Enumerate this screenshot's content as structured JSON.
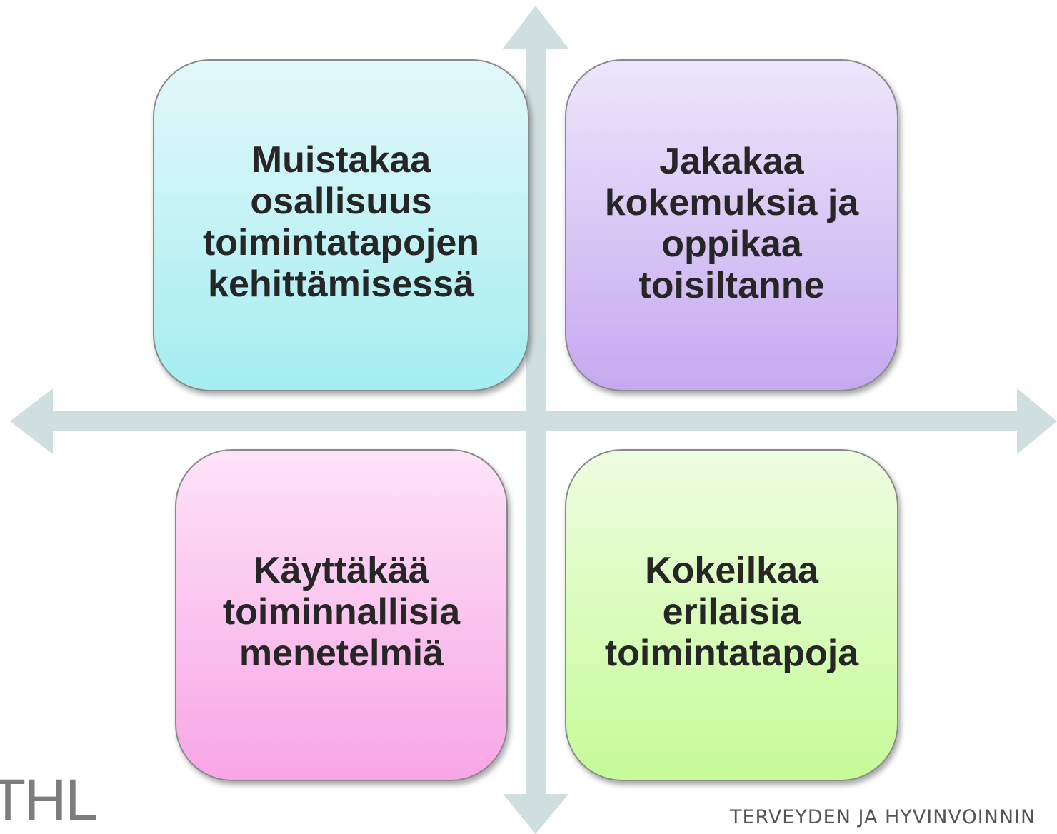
{
  "axis_color": "#cfdede",
  "quadrants": {
    "top_left": {
      "text": "Muistakaa\nosallisuus\ntoimintatapojen\nkehittämisessä",
      "colors": [
        "#e3f8fa",
        "#a4edf0"
      ]
    },
    "top_right": {
      "text": "Jakakaa\nkokemuksia ja\noppikaa\ntoisiltanne",
      "colors": [
        "#ede6fb",
        "#c5a9f0"
      ]
    },
    "bottom_left": {
      "text": "Käyttäkää\ntoiminnallisia\nmenetelmiä",
      "colors": [
        "#fde3f8",
        "#f8a6e5"
      ]
    },
    "bottom_right": {
      "text": "Kokeilkaa\nerilaisia\ntoimintatapoja",
      "colors": [
        "#eefde0",
        "#c6fb98"
      ]
    }
  },
  "logo": "THL",
  "footer": "TERVEYDEN JA HYVINVOINNIN"
}
